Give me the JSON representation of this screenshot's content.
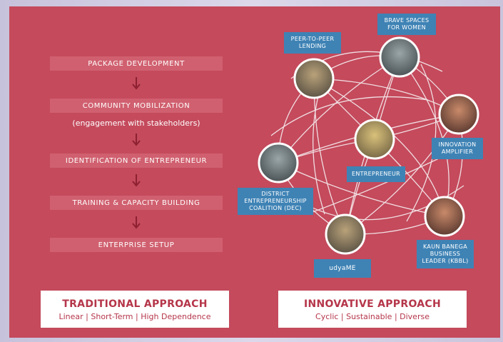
{
  "traditional": {
    "steps": [
      "PACKAGE DEVELOPMENT",
      "COMMUNITY MOBILIZATION",
      "IDENTIFICATION OF ENTREPRENEUR",
      "TRAINING & CAPACITY BUILDING",
      "ENTERPRISE SETUP"
    ],
    "mobilization_note": "(engagement with stakeholders)",
    "title": "TRADITIONAL APPROACH",
    "subtitle": "Linear | Short-Term | High Dependence"
  },
  "innovative": {
    "title": "INNOVATIVE APPROACH",
    "subtitle": "Cyclic | Sustainable | Diverse",
    "nodes": {
      "peer": "PEER-TO-PEER LENDING",
      "brave": "BRAVE SPACES FOR WOMEN",
      "innovation": "INNOVATION AMPLIFIER",
      "entrepreneur": "ENTREPRENEUR",
      "district": "DISTRICT ENTREPRENEURSHIP COALITION (DEC)",
      "udyame": "udyaME",
      "kbbl": "KAUN BANEGA BUSINESS LEADER (KBBL)"
    }
  },
  "colors": {
    "panel": "#c44a5c",
    "step_box": "#d0606f",
    "tag_blue": "#3f83b5",
    "title_red": "#b5364a"
  }
}
